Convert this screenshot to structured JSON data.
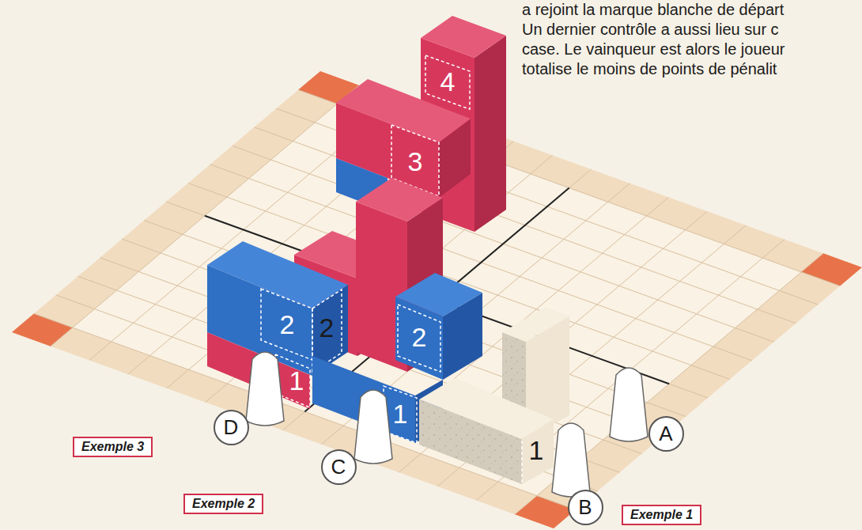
{
  "diagram": {
    "nodes": [
      {
        "text": [
          "A"
        ]
      },
      {
        "text": [
          "B"
        ]
      },
      {
        "text": [
          "C"
        ]
      },
      {
        "text": [
          "D"
        ]
      },
      {
        "text": [
          "Exemple 3"
        ]
      },
      {
        "text": [
          "Exemple 2"
        ]
      },
      {
        "text": [
          "Exemple 1"
        ]
      }
    ],
    "labels": [
      "a rejoint la marque blanche de départ",
      "Un dernier contrôle a aussi lieu sur c",
      "case. Le vainqueur est alors le joueur",
      "totalise le moins de points de pénalit",
      "4",
      "3",
      "2",
      "2",
      "2",
      "1",
      "1",
      "1"
    ]
  }
}
